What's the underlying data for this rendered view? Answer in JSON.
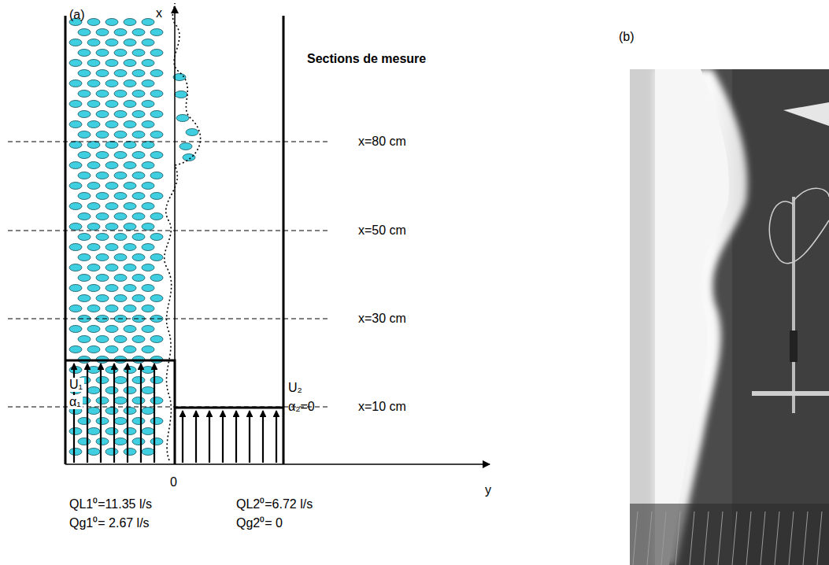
{
  "diagram": {
    "labels": [
      "(a)",
      "x",
      "Sections de mesure",
      "x=80 cm",
      "x=50 cm",
      "x=30 cm",
      "U₁",
      "α₁",
      "x=10 cm",
      "U₂",
      "α₂=0",
      "0",
      "y",
      "QL1⁰=11.35 l/s",
      "QL2⁰=6.72 l/s",
      "Qg1⁰= 2.67 l/s",
      "Qg2⁰= 0",
      "(b)"
    ]
  }
}
